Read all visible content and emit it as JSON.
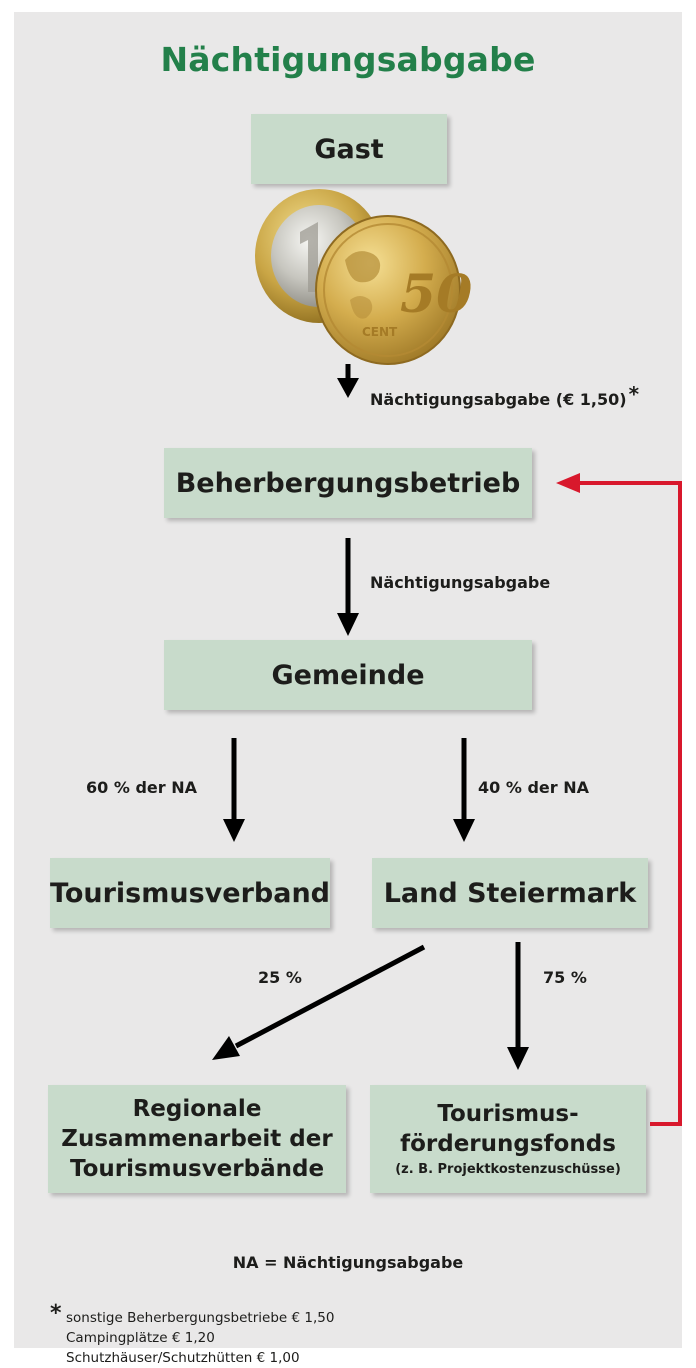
{
  "title": "Nächtigungsabgabe",
  "nodes": {
    "gast": "Gast",
    "beherbergungsbetrieb": "Beherbergungsbetrieb",
    "gemeinde": "Gemeinde",
    "tourismusverband": "Tourismusverband",
    "land_steiermark": "Land Steiermark",
    "regionale": [
      "Regionale",
      "Zusammenarbeit der",
      "Tourismusverbände"
    ],
    "tourismusfoerderungsfonds": [
      "Tourismus-",
      "förderungsfonds"
    ],
    "tourismusfoerderungsfonds_note": "(z. B. Projektkostenzuschüsse)"
  },
  "edges": {
    "gast_to_betrieb": "Nächtigungsabgabe (€ 1,50)",
    "gast_to_betrieb_mark": "*",
    "betrieb_to_gemeinde": "Nächtigungsabgabe",
    "gemeinde_to_verband": "60 % der NA",
    "gemeinde_to_land": "40 % der NA",
    "land_to_regionale": "25 %",
    "land_to_fonds": "75 %"
  },
  "legend": "NA = Nächtigungsabgabe",
  "footnote": {
    "marker": "*",
    "lines": [
      "sonstige Beherbergungsbetriebe € 1,50",
      "Campingplätze € 1,20",
      "Schutzhäuser/Schutzhütten € 1,00"
    ]
  },
  "colors": {
    "title": "#23804a",
    "box": "#c8dbcb",
    "background": "#e9e8e8",
    "feedback_arrow": "#d8182c"
  },
  "icons": [
    "euro-coins-image"
  ]
}
